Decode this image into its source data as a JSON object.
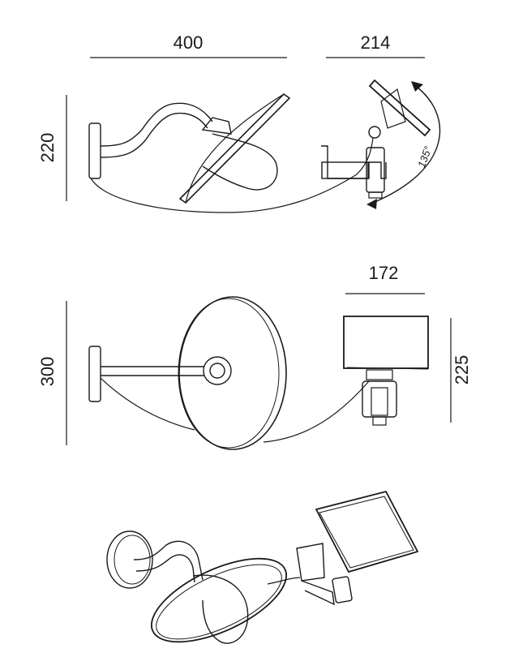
{
  "dimensions": {
    "top_width": "400",
    "top_solar_width": "214",
    "top_height": "220",
    "rotation_angle": "135°",
    "mid_solar_width": "172",
    "mid_height": "300",
    "mid_solar_height": "225"
  }
}
